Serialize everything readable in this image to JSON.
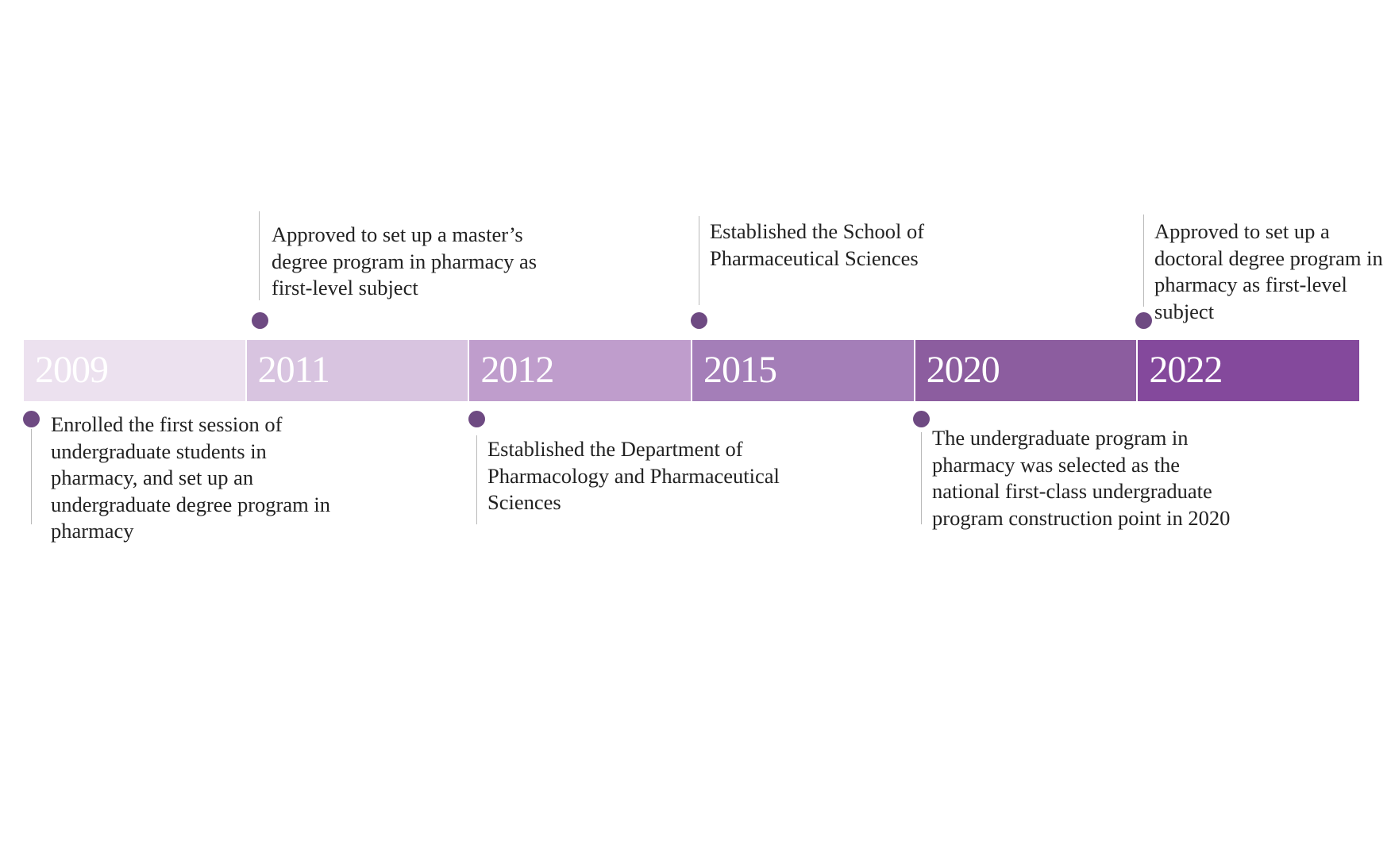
{
  "timeline": {
    "segments": [
      {
        "year": "2009",
        "color": "#ece1ef"
      },
      {
        "year": "2011",
        "color": "#d8c4e0"
      },
      {
        "year": "2012",
        "color": "#bf9dcc"
      },
      {
        "year": "2015",
        "color": "#a47eb8"
      },
      {
        "year": "2020",
        "color": "#8c5d9f"
      },
      {
        "year": "2022",
        "color": "#84499c"
      }
    ],
    "marker_color": "#6e4a82",
    "events": [
      {
        "year": "2009",
        "text": "Enrolled the first session of\nundergraduate students in\npharmacy, and set up an\nundergraduate degree program in\npharmacy"
      },
      {
        "year": "2011",
        "text": "Approved to set up a master’s\ndegree program in pharmacy as\nfirst-level subject"
      },
      {
        "year": "2012",
        "text": "Established the Department of\nPharmacology and Pharmaceutical\nSciences"
      },
      {
        "year": "2015",
        "text": "Established the School of\nPharmaceutical Sciences"
      },
      {
        "year": "2020",
        "text": "The undergraduate program in\npharmacy was selected as the\nnational first-class undergraduate\nprogram construction point in 2020"
      },
      {
        "year": "2022",
        "text": "Approved to set up a\ndoctoral degree program in\npharmacy as first-level\nsubject"
      }
    ]
  }
}
